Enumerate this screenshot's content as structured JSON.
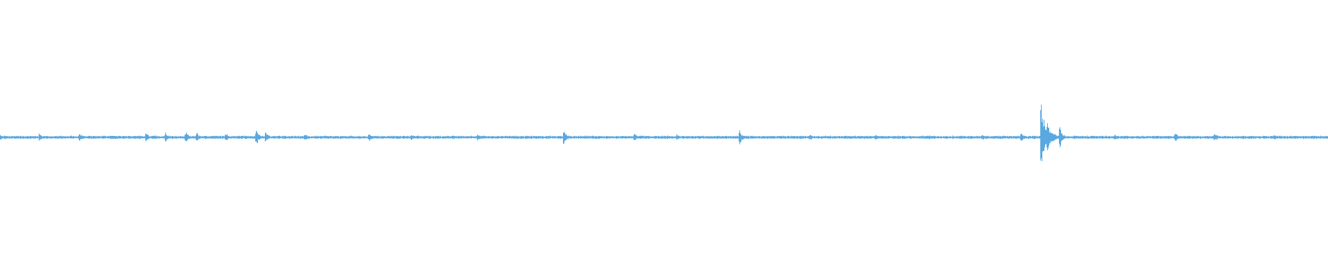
{
  "waveform": {
    "color": "#5aa8e0",
    "background": "#ffffff",
    "baseline_amplitude": 0.04,
    "events": [
      {
        "at": 0.0,
        "peak": 0.1
      },
      {
        "at": 0.03,
        "peak": 0.12
      },
      {
        "at": 0.06,
        "peak": 0.13
      },
      {
        "at": 0.11,
        "peak": 0.16
      },
      {
        "at": 0.125,
        "peak": 0.15
      },
      {
        "at": 0.14,
        "peak": 0.18
      },
      {
        "at": 0.148,
        "peak": 0.17
      },
      {
        "at": 0.17,
        "peak": 0.14
      },
      {
        "at": 0.193,
        "peak": 0.26
      },
      {
        "at": 0.2,
        "peak": 0.18
      },
      {
        "at": 0.23,
        "peak": 0.1
      },
      {
        "at": 0.278,
        "peak": 0.12
      },
      {
        "at": 0.31,
        "peak": 0.1
      },
      {
        "at": 0.36,
        "peak": 0.09
      },
      {
        "at": 0.425,
        "peak": 0.26
      },
      {
        "at": 0.478,
        "peak": 0.14
      },
      {
        "at": 0.51,
        "peak": 0.1
      },
      {
        "at": 0.557,
        "peak": 0.22
      },
      {
        "at": 0.61,
        "peak": 0.09
      },
      {
        "at": 0.66,
        "peak": 0.1
      },
      {
        "at": 0.7,
        "peak": 0.08
      },
      {
        "at": 0.74,
        "peak": 0.08
      },
      {
        "at": 0.769,
        "peak": 0.18
      },
      {
        "at": 0.784,
        "peak": 1.0
      },
      {
        "at": 0.789,
        "peak": 0.5
      },
      {
        "at": 0.798,
        "peak": 0.35
      },
      {
        "at": 0.84,
        "peak": 0.09
      },
      {
        "at": 0.885,
        "peak": 0.14
      },
      {
        "at": 0.915,
        "peak": 0.14
      },
      {
        "at": 0.96,
        "peak": 0.08
      }
    ]
  }
}
